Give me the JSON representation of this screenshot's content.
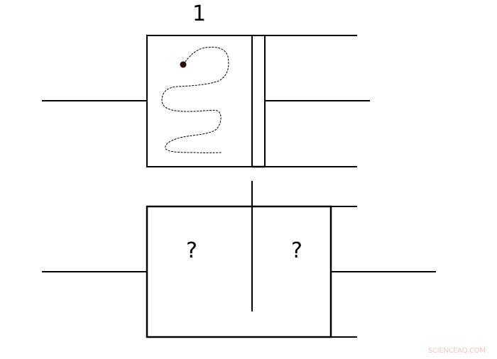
{
  "diagram": {
    "top_panel": {
      "label": "1",
      "description": "Box with particle trajectory and double-wall partition"
    },
    "bottom_panel": {
      "left_chamber_label": "?",
      "right_chamber_label": "?",
      "description": "Box split by movable partition rod"
    },
    "colors": {
      "line": "#000000",
      "particle": "#2a0a0a",
      "watermark": "#f0c8c8"
    }
  },
  "watermark": "SCIENCEAQ.COM"
}
